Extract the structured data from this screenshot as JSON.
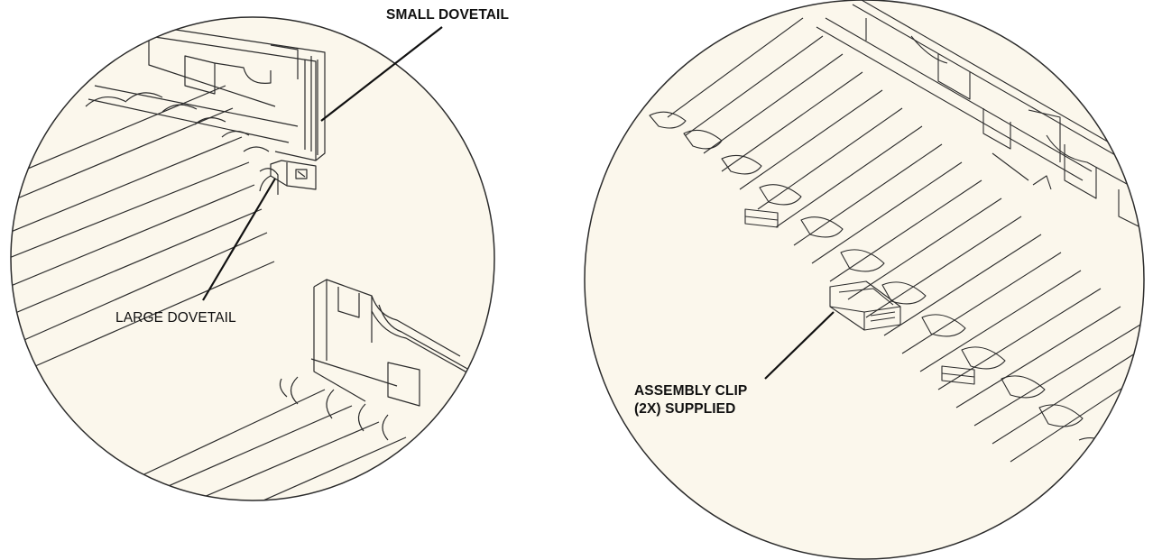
{
  "colors": {
    "fill": "#fbf7ec",
    "outline": "#2b2b2b",
    "text": "#111111"
  },
  "left_detail": {
    "callouts": {
      "small_dovetail": "SMALL DOVETAIL",
      "large_dovetail": "LARGE DOVETAIL"
    }
  },
  "right_detail": {
    "callouts": {
      "assembly_clip_line1": "ASSEMBLY CLIP",
      "assembly_clip_line2": "(2X) SUPPLIED"
    }
  }
}
